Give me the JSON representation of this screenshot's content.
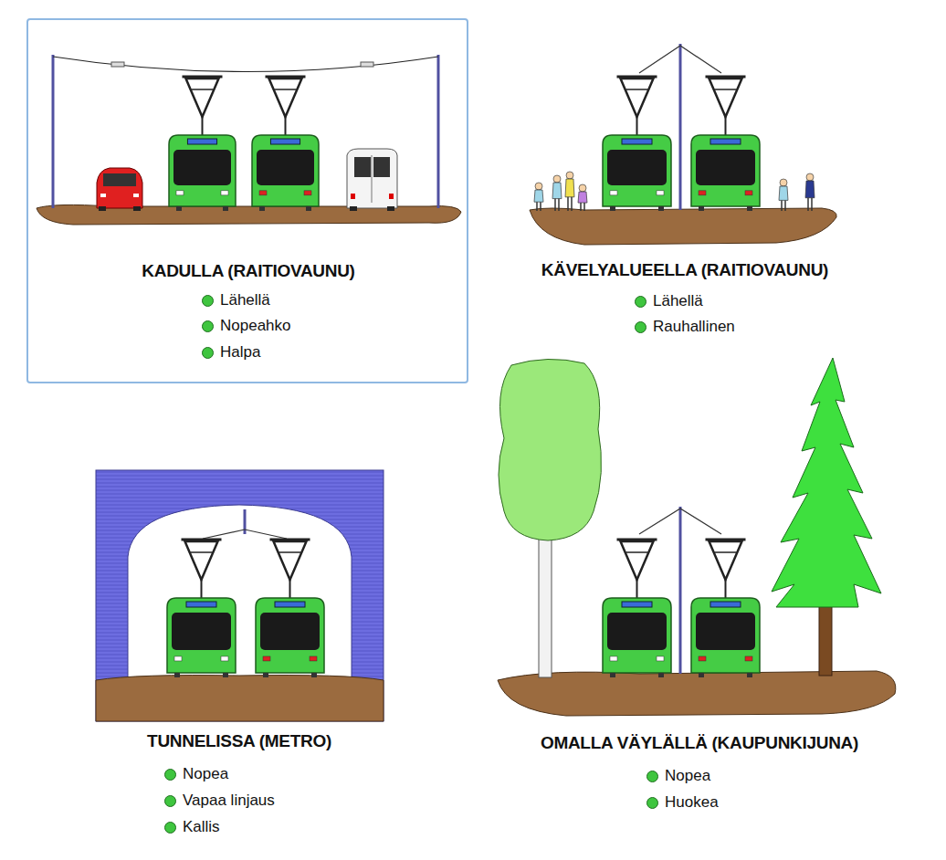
{
  "diagram": {
    "nodes": [
      {
        "text": [
          "KADULLA (RAITIOVAUNU)",
          "Lähellä",
          "Nopeahko",
          "Halpa"
        ]
      }
    ],
    "labels": [
      "KÄVELYALUEELLA (RAITIOVAUNU)",
      "Lähellä",
      "Rauhallinen",
      "TUNNELISSA (METRO)",
      "Nopea",
      "Vapaa linjaus",
      "Kallis",
      "OMALLA VÄYLÄLLÄ (KAUPUNKIJUNA)",
      "Nopea",
      "Huokea"
    ]
  }
}
